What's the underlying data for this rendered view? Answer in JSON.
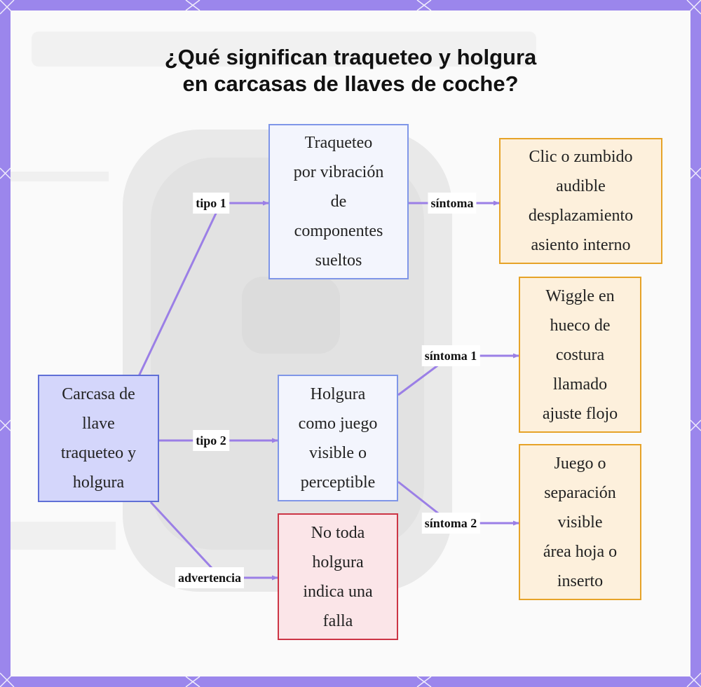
{
  "title": {
    "line1": "¿Qué significan traqueteo y holgura",
    "line2": "en carcasas de llaves de coche?"
  },
  "colors": {
    "frame": "#9b86ec",
    "edge": "#9b7fe6",
    "root_fill": "#d4d6fb",
    "root_border": "#5f6fd6",
    "blue_fill": "#f3f5fd",
    "blue_border": "#7f96e8",
    "orange_fill": "#fdf0dc",
    "orange_border": "#e6a328",
    "red_fill": "#fbe5e8",
    "red_border": "#cc3545"
  },
  "nodes": {
    "root": [
      "Carcasa de",
      "llave",
      "traqueteo y",
      "holgura"
    ],
    "vibration": [
      "Traqueteo",
      "por vibración",
      "de",
      "componentes",
      "sueltos"
    ],
    "click": [
      "Clic o zumbido",
      "audible",
      "desplazamiento",
      "asiento interno"
    ],
    "looseness": [
      "Holgura",
      "como juego",
      "visible o",
      "perceptible"
    ],
    "wiggle": [
      "Wiggle en",
      "hueco de",
      "costura",
      "llamado",
      "ajuste flojo"
    ],
    "gap": [
      "Juego o",
      "separación",
      "visible",
      "área hoja o",
      "inserto"
    ],
    "warning": [
      "No toda",
      "holgura",
      "indica una",
      "falla"
    ]
  },
  "edge_labels": {
    "type1": "tipo 1",
    "type2": "tipo 2",
    "warning": "advertencia",
    "symptom": "síntoma",
    "symptom1": "síntoma 1",
    "symptom2": "síntoma 2"
  }
}
